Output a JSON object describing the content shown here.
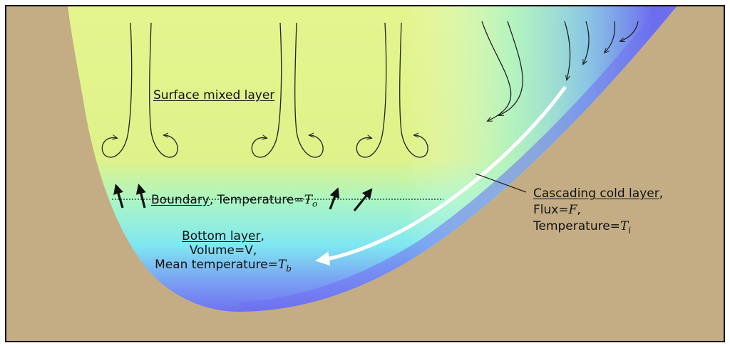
{
  "labels": {
    "surface_mixed_layer": "Surface mixed layer",
    "boundary": {
      "name": "Boundary",
      "separator": ",",
      "temperature_text": " Temperature=",
      "symbol": "T",
      "subscript": "o"
    },
    "bottom_layer": {
      "name": "Bottom layer",
      "separator": ",",
      "volume": "Volume=V,",
      "mean_temperature_text": "Mean temperature=",
      "symbol": "T",
      "subscript": "b"
    },
    "cascading_cold_layer": {
      "name": "Cascading cold layer",
      "separator": ",",
      "flux_text": "Flux=",
      "flux_symbol": "F",
      "flux_suffix": ",",
      "temperature_text": "Temperature=",
      "symbol": "T",
      "subscript": "i"
    }
  },
  "colors": {
    "seabed": "#c4ad84",
    "water_top": "#e6f58f",
    "water_mid": "#8ef4e8",
    "water_deep": "#6f6ff0",
    "arrow_main": "#ffffff",
    "frame": "#111111"
  }
}
